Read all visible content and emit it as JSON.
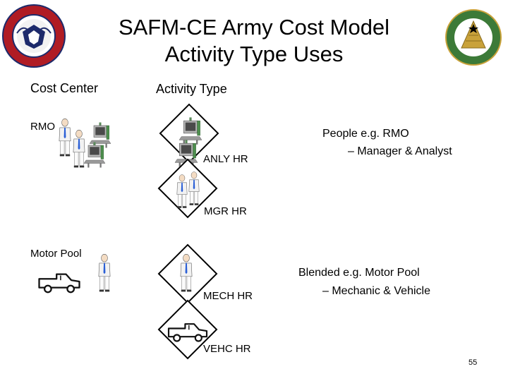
{
  "title_line1": "SAFM-CE Army Cost Model",
  "title_line2": "Activity Type Uses",
  "headers": {
    "cost_center": "Cost Center",
    "activity_type": "Activity Type"
  },
  "cost_centers": {
    "rmo": "RMO",
    "motor_pool": "Motor Pool"
  },
  "activities": {
    "anly": "ANLY HR",
    "mgr": "MGR HR",
    "mech": "MECH HR",
    "vehc": "VEHC HR"
  },
  "notes": {
    "people_title": "People e.g. RMO",
    "people_item": "–  Manager & Analyst",
    "blended_title": "Blended e.g. Motor Pool",
    "blended_item": "–  Mechanic & Vehicle"
  },
  "page_number": "55",
  "colors": {
    "seal_red": "#b01c24",
    "seal_blue": "#1d2a6b",
    "army_green": "#3c7a38",
    "army_gold": "#c9a23a"
  }
}
